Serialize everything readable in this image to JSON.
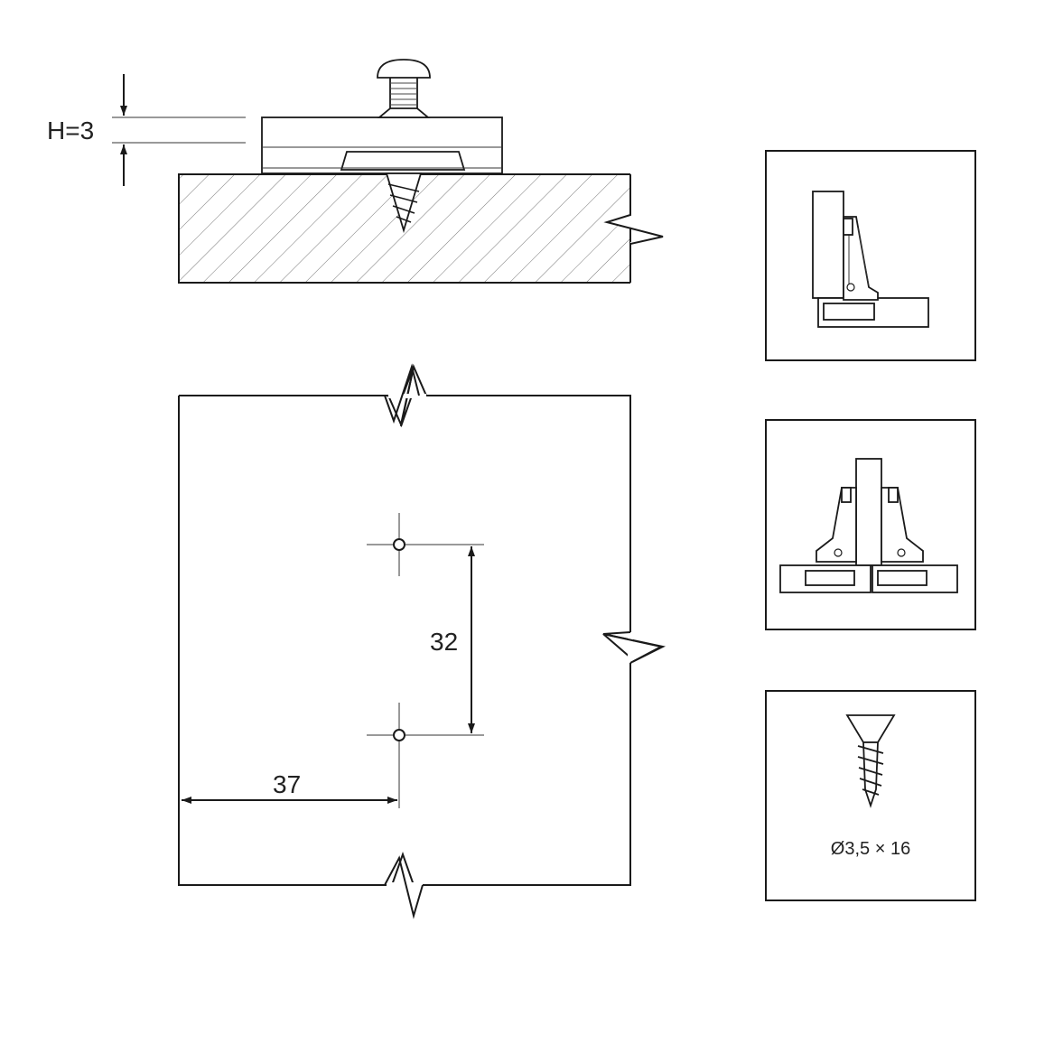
{
  "dimensions": {
    "height_label": "H=3",
    "vertical_spacing_label": "32",
    "edge_distance_label": "37"
  },
  "panels": {
    "screw_spec_label": "Ø3,5 × 16"
  },
  "icons": {
    "side_view": "hinge-side-view-icon",
    "pair_view": "hinge-pair-icon",
    "screw": "screw-icon"
  }
}
